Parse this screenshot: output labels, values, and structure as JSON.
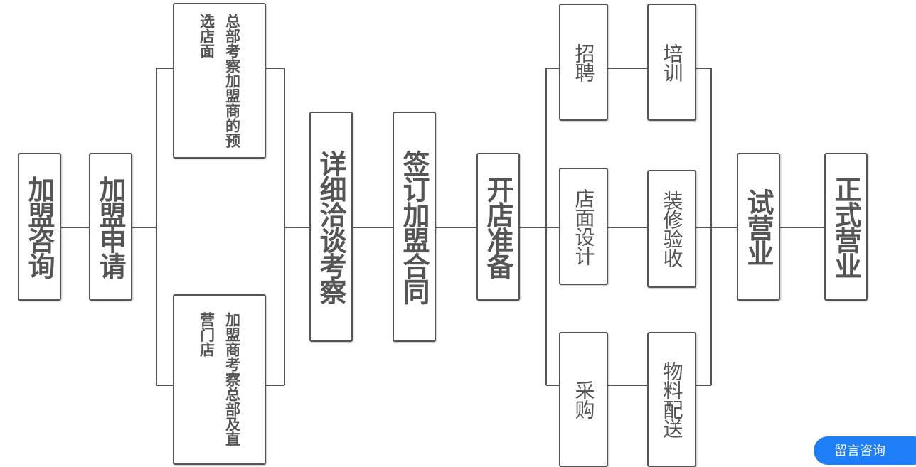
{
  "steps": {
    "consult": "加盟咨询",
    "apply": "加盟申请",
    "inspect_store": "总部考察加盟商的预选店面",
    "inspect_hq": "加盟商考察总部及直营门店",
    "negotiate": "详细洽谈考察",
    "sign": "签订加盟合同",
    "prepare": "开店准备",
    "recruit": "招聘",
    "train": "培训",
    "design": "店面设计",
    "decorate": "装修验收",
    "purchase": "采购",
    "deliver": "物料配送",
    "trial": "试营业",
    "official": "正式营业"
  },
  "cta_label": "留言咨询",
  "colors": {
    "line": "#555555",
    "cta": "#1e7ef5"
  }
}
